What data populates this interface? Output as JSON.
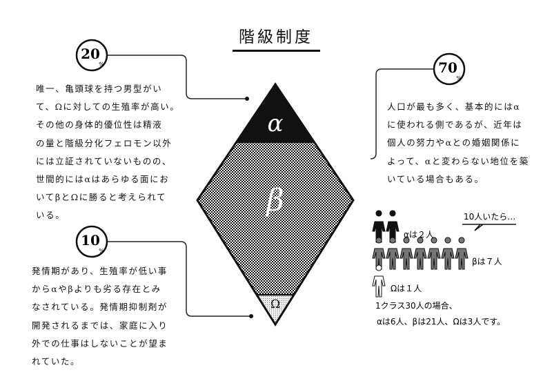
{
  "title": "階級制度",
  "alpha": {
    "symbol": "α",
    "percent": "20",
    "percent_sign": "%",
    "description_lines": [
      "唯一、亀頭球を持つ男型がい",
      "て、Ωに対しての生殖率が高い。",
      "その他の身体的優位性は精液",
      "の量と階級分化フェロモン以外",
      "には立証されていないものの、",
      "世間的にはαはあらゆる面にお",
      "いてβとΩに勝ると考えられて",
      "いる。"
    ]
  },
  "beta": {
    "symbol": "β",
    "percent": "70",
    "percent_sign": "%",
    "description_lines": [
      "人口が最も多く、基本的にはα",
      "に使われる側であるが、近年は",
      "個人の努力やαとの婚姻関係に",
      "よって、αと変わらない地位を築",
      "いている場合もある。"
    ]
  },
  "omega": {
    "symbol": "Ω",
    "percent": "10",
    "percent_sign": "%",
    "description_lines": [
      "発情期があり、生殖率が低い事",
      "からαやβよりも劣る存在とみ",
      "なされている。発情期抑制剤が",
      "開発されるまでは、家庭に入り",
      "外での仕事はしないことが望ま",
      "れていた。"
    ]
  },
  "people": {
    "bubble": "10人いたら…",
    "alpha_count": 2,
    "beta_count": 7,
    "omega_count": 1,
    "alpha_label": "αは２人",
    "beta_label": "βは７人",
    "omega_label": "Ωは１人",
    "summary_line1": "1クラス30人の場合、",
    "summary_line2": "αは6人、βは21人、Ωは3人です。",
    "colors": {
      "alpha": "#111111",
      "beta": "#777777",
      "omega": "#ffffff"
    }
  }
}
